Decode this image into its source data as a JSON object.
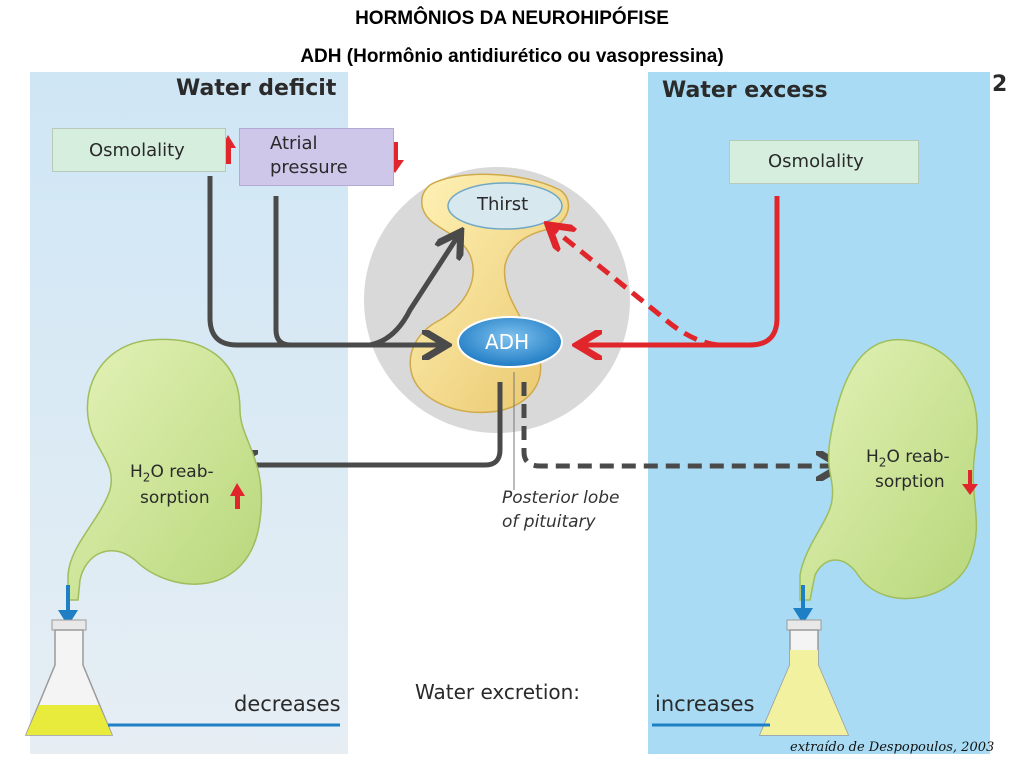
{
  "header": {
    "title": "HORMÔNIOS DA NEUROHIPÓFISE",
    "subtitle": "ADH (Hormônio antidiurético ou vasopressina)"
  },
  "page_number": "2",
  "water_deficit": {
    "heading": "Water deficit",
    "osmolality_label": "Osmolality",
    "atrial_pressure_label_line1": "Atrial",
    "atrial_pressure_label_line2": "pressure",
    "kidney_label_prefix": "H",
    "kidney_label_sub": "2",
    "kidney_label_suffix": "O reab-",
    "kidney_label_line2": "sorption",
    "excretion_value": "decreases"
  },
  "water_excess": {
    "heading": "Water excess",
    "osmolality_label": "Osmolality",
    "kidney_label_prefix": "H",
    "kidney_label_sub": "2",
    "kidney_label_suffix": "O reab-",
    "kidney_label_line2": "sorption",
    "excretion_value": "increases"
  },
  "center": {
    "thirst_label": "Thirst",
    "adh_label": "ADH",
    "pituitary_label_line1": "Posterior lobe",
    "pituitary_label_line2": "of pituitary",
    "excretion_label": "Water excretion:"
  },
  "credit": "extraído de Despopoulos, 2003",
  "colors": {
    "deficit_bg": "#cfe6f5",
    "excess_bg": "#a9dcf4",
    "increase_arrow": "#e0262b",
    "signal_arrow": "#4a4a4a",
    "osmolality_box": "#d6eedd",
    "atrial_box": "#cfc7ea",
    "adh_ellipse": "#2f8fd1",
    "kidney": "#c9e48a",
    "urine": "#e8ea3c"
  },
  "icons": [
    "arrow-up-icon",
    "arrow-down-icon",
    "double-arrow-down-icon",
    "flask-icon",
    "kidney-icon"
  ]
}
